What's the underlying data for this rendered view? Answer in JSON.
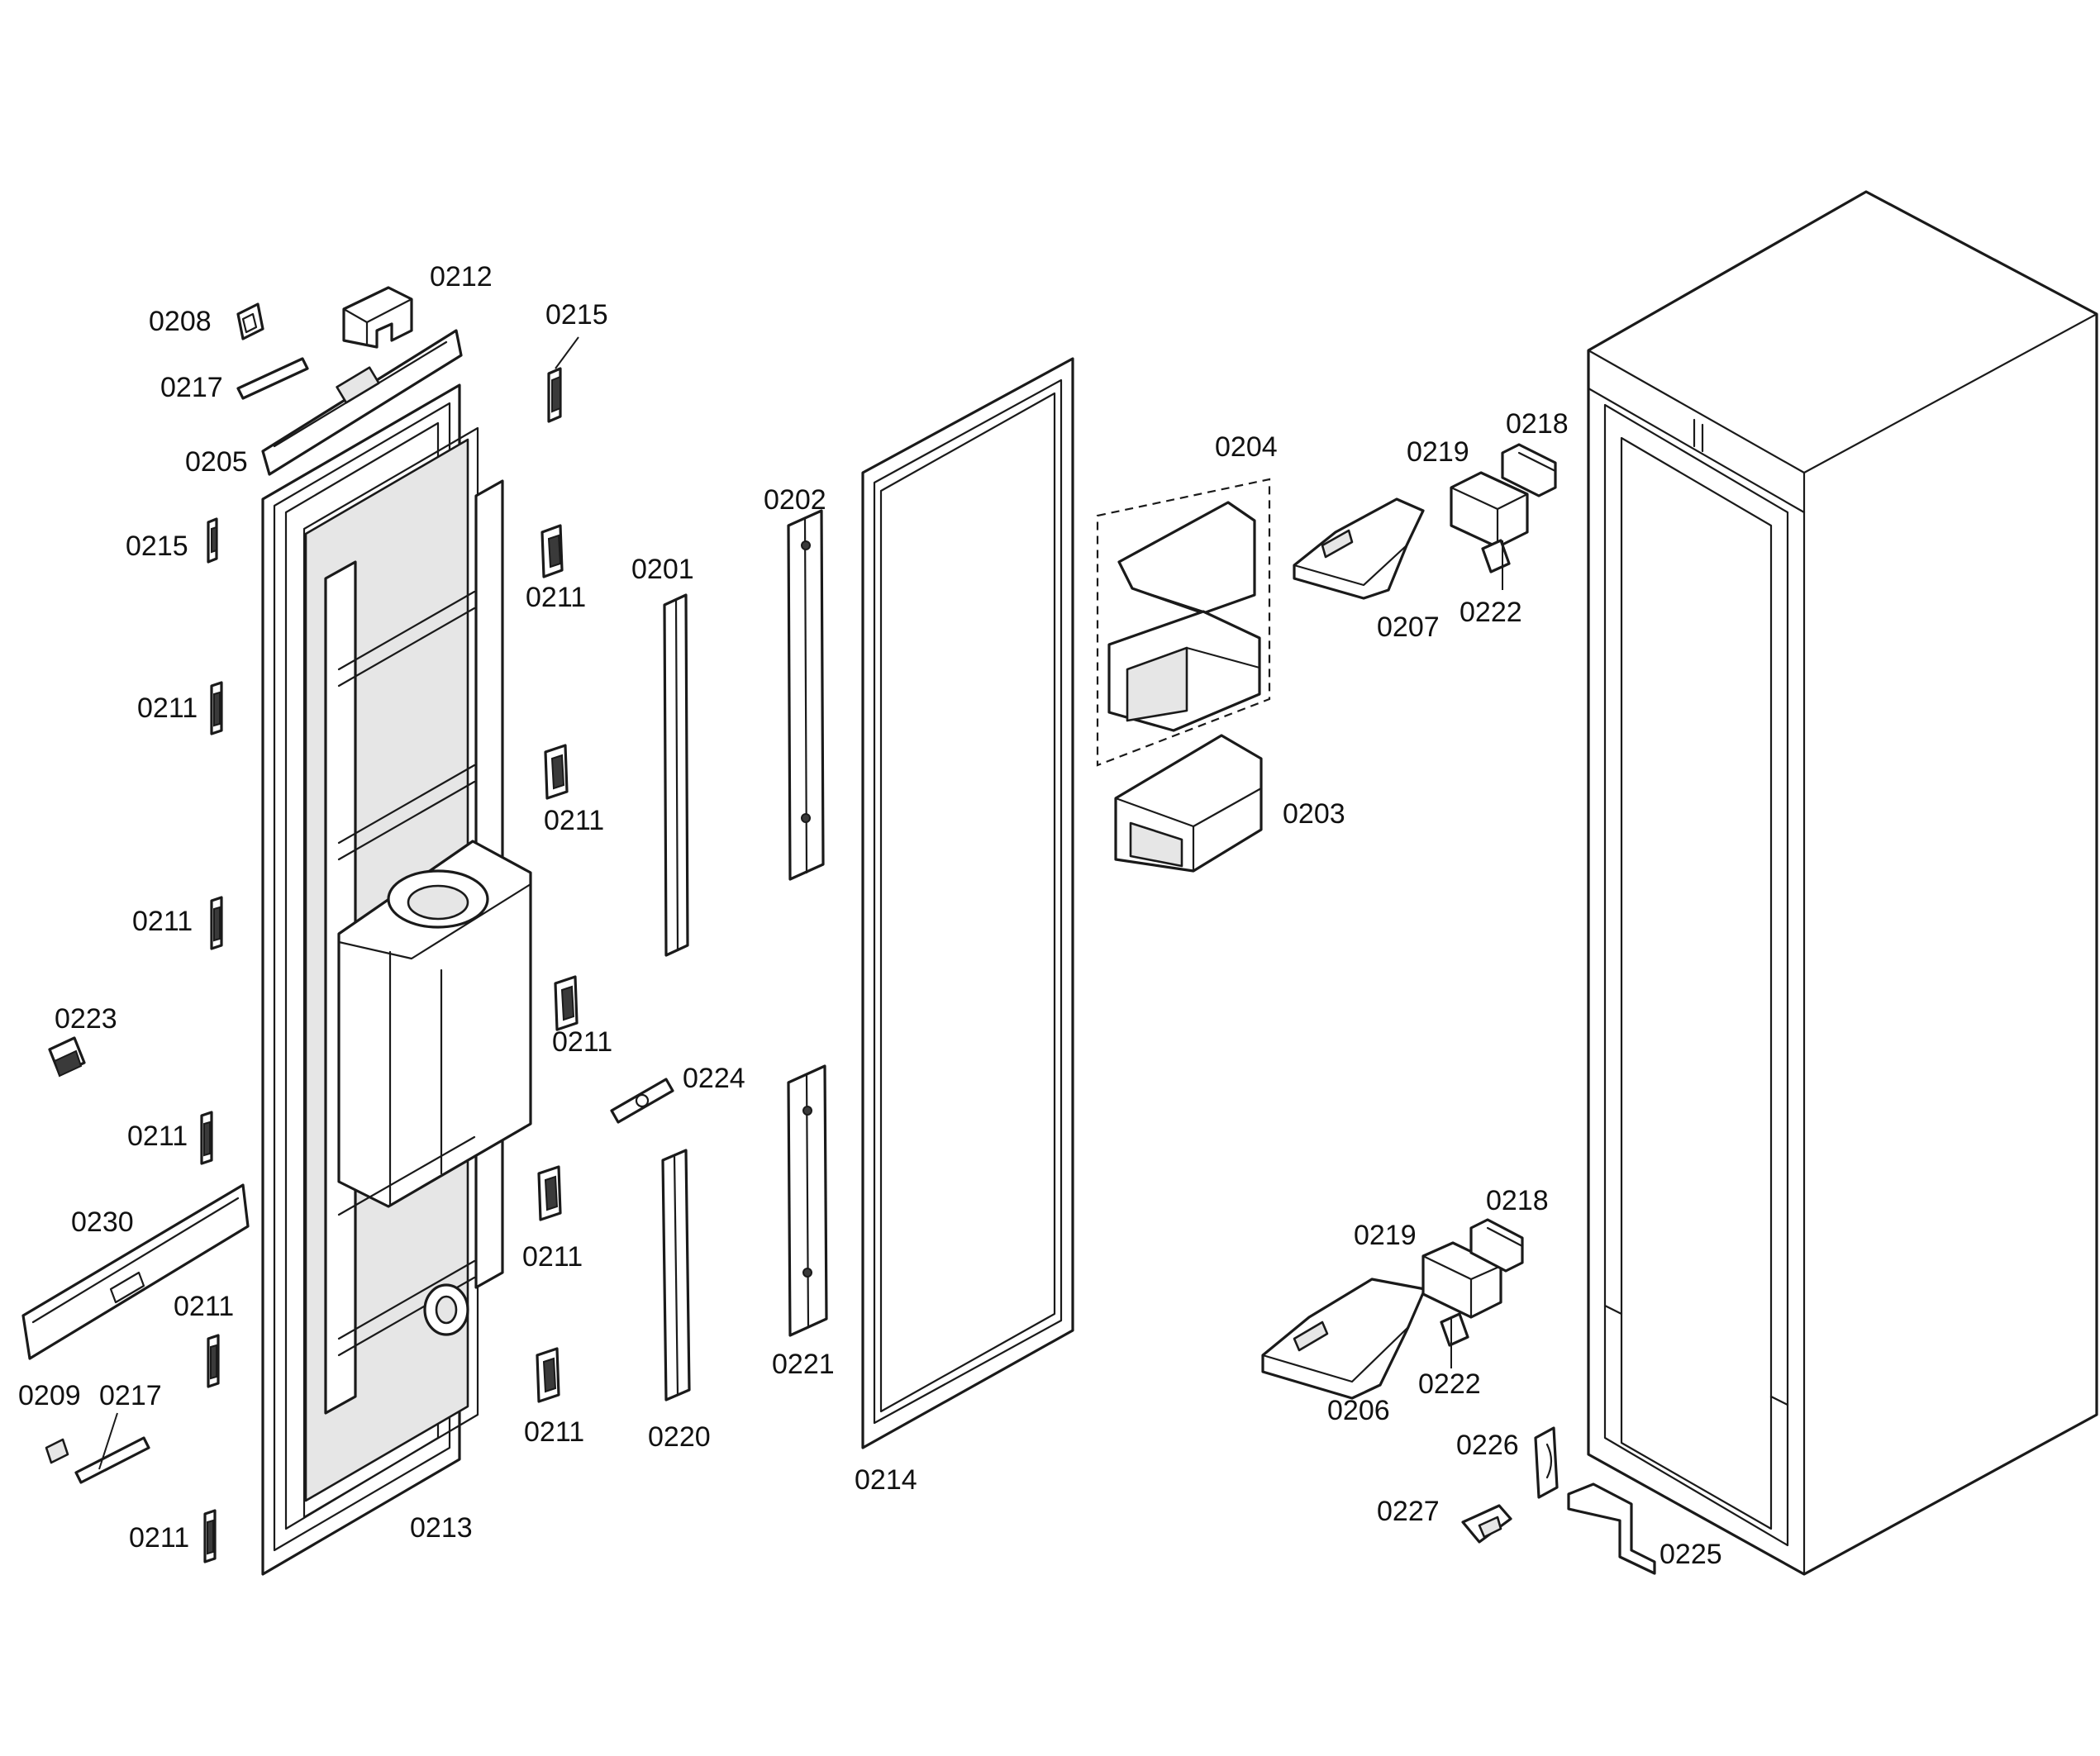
{
  "callouts": {
    "p0201": "0201",
    "p0202": "0202",
    "p0203": "0203",
    "p0204": "0204",
    "p0205": "0205",
    "p0206": "0206",
    "p0207": "0207",
    "p0208": "0208",
    "p0209": "0209",
    "p0211": "0211",
    "p0212": "0212",
    "p0213": "0213",
    "p0214": "0214",
    "p0215": "0215",
    "p0217": "0217",
    "p0218": "0218",
    "p0219": "0219",
    "p0220": "0220",
    "p0221": "0221",
    "p0222": "0222",
    "p0223": "0223",
    "p0224": "0224",
    "p0225": "0225",
    "p0226": "0226",
    "p0227": "0227",
    "p0230": "0230"
  }
}
